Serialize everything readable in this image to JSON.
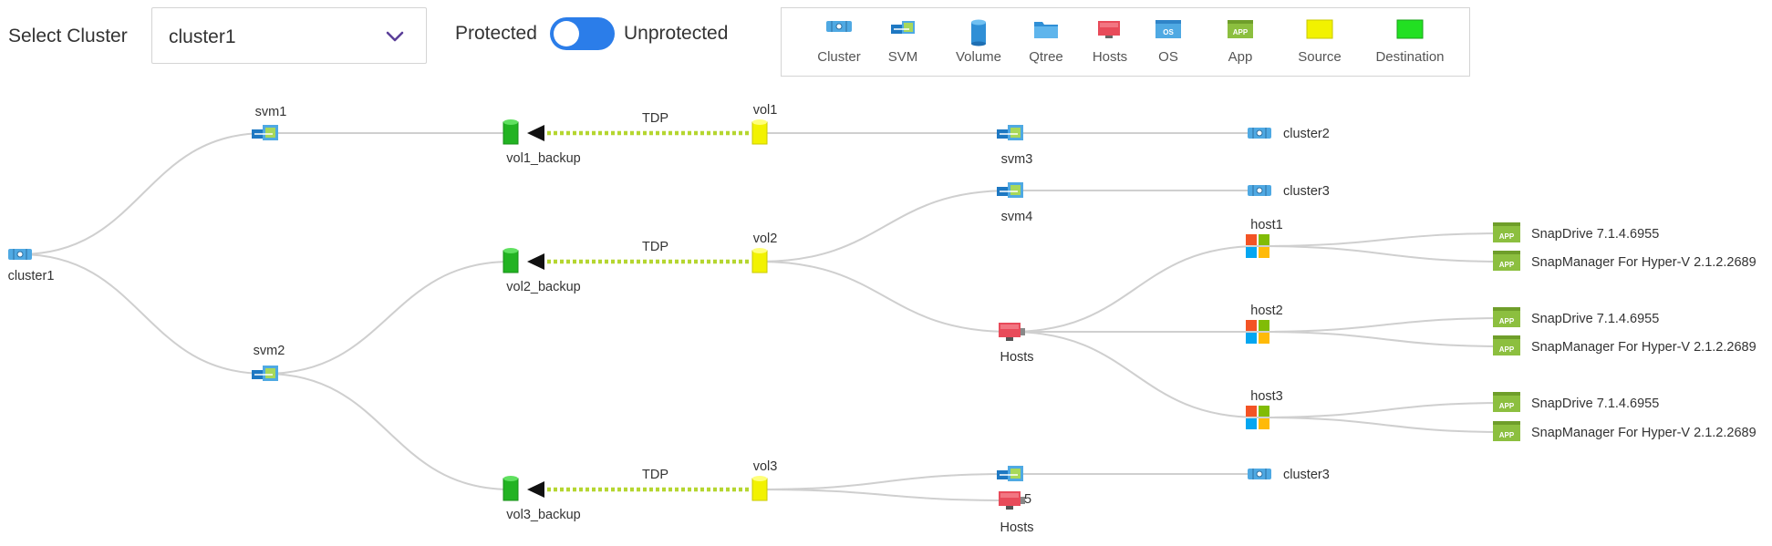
{
  "toolbar": {
    "select_label": "Select Cluster",
    "selected_cluster": "cluster1",
    "toggle_left_label": "Protected",
    "toggle_right_label": "Unprotected"
  },
  "legend": [
    {
      "label": "Cluster",
      "icon": "cluster-icon"
    },
    {
      "label": "SVM",
      "icon": "svm-icon"
    },
    {
      "label": "Volume",
      "icon": "volume-icon"
    },
    {
      "label": "Qtree",
      "icon": "qtree-icon"
    },
    {
      "label": "Hosts",
      "icon": "hosts-icon"
    },
    {
      "label": "OS",
      "icon": "os-icon"
    },
    {
      "label": "App",
      "icon": "app-icon"
    },
    {
      "label": "Source",
      "icon": "source-swatch"
    },
    {
      "label": "Destination",
      "icon": "destination-swatch"
    }
  ],
  "colors": {
    "cluster": "#4fa9e3",
    "volume_source": "#f2f200",
    "volume_destination": "#22b322",
    "tdp_link": "#b5d630",
    "edge": "#cfcfcf",
    "toggle": "#2b7de9",
    "app": "#8cbf3f",
    "hosts": "#e84b5a"
  },
  "topology": {
    "nodes": [
      {
        "id": "cluster1",
        "label": "cluster1",
        "type": "cluster"
      },
      {
        "id": "svm1",
        "label": "svm1",
        "type": "svm"
      },
      {
        "id": "svm2",
        "label": "svm2",
        "type": "svm"
      },
      {
        "id": "vol1_backup",
        "label": "vol1_backup",
        "type": "volume-destination"
      },
      {
        "id": "vol2_backup",
        "label": "vol2_backup",
        "type": "volume-destination"
      },
      {
        "id": "vol3_backup",
        "label": "vol3_backup",
        "type": "volume-destination"
      },
      {
        "id": "vol1",
        "label": "vol1",
        "type": "volume-source"
      },
      {
        "id": "vol2",
        "label": "vol2",
        "type": "volume-source"
      },
      {
        "id": "vol3",
        "label": "vol3",
        "type": "volume-source"
      },
      {
        "id": "svm3",
        "label": "svm3",
        "type": "svm"
      },
      {
        "id": "svm4",
        "label": "svm4",
        "type": "svm"
      },
      {
        "id": "svm_v3",
        "label": "",
        "type": "svm"
      },
      {
        "id": "hosts_a",
        "label": "Hosts",
        "type": "hosts"
      },
      {
        "id": "hosts_b",
        "label": "Hosts",
        "type": "hosts",
        "badge": "5"
      },
      {
        "id": "cluster2",
        "label": "cluster2",
        "type": "cluster"
      },
      {
        "id": "cluster3a",
        "label": "cluster3",
        "type": "cluster"
      },
      {
        "id": "cluster3b",
        "label": "cluster3",
        "type": "cluster"
      },
      {
        "id": "host1",
        "label": "host1",
        "type": "os"
      },
      {
        "id": "host2",
        "label": "host2",
        "type": "os"
      },
      {
        "id": "host3",
        "label": "host3",
        "type": "os"
      },
      {
        "id": "app1a",
        "label": "SnapDrive 7.1.4.6955",
        "type": "app"
      },
      {
        "id": "app1b",
        "label": "SnapManager For Hyper-V 2.1.2.2689",
        "type": "app"
      },
      {
        "id": "app2a",
        "label": "SnapDrive 7.1.4.6955",
        "type": "app"
      },
      {
        "id": "app2b",
        "label": "SnapManager For Hyper-V 2.1.2.2689",
        "type": "app"
      },
      {
        "id": "app3a",
        "label": "SnapDrive 7.1.4.6955",
        "type": "app"
      },
      {
        "id": "app3b",
        "label": "SnapManager For Hyper-V 2.1.2.2689",
        "type": "app"
      }
    ],
    "edges": [
      {
        "from": "cluster1",
        "to": "svm1"
      },
      {
        "from": "cluster1",
        "to": "svm2"
      },
      {
        "from": "svm1",
        "to": "vol1_backup"
      },
      {
        "from": "svm2",
        "to": "vol2_backup"
      },
      {
        "from": "svm2",
        "to": "vol3_backup"
      },
      {
        "from": "vol1",
        "to": "vol1_backup",
        "kind": "tdp",
        "label": "TDP"
      },
      {
        "from": "vol2",
        "to": "vol2_backup",
        "kind": "tdp",
        "label": "TDP"
      },
      {
        "from": "vol3",
        "to": "vol3_backup",
        "kind": "tdp",
        "label": "TDP"
      },
      {
        "from": "vol1",
        "to": "svm3"
      },
      {
        "from": "svm3",
        "to": "cluster2"
      },
      {
        "from": "vol2",
        "to": "svm4"
      },
      {
        "from": "svm4",
        "to": "cluster3a"
      },
      {
        "from": "vol2",
        "to": "hosts_a"
      },
      {
        "from": "hosts_a",
        "to": "host1"
      },
      {
        "from": "hosts_a",
        "to": "host2"
      },
      {
        "from": "hosts_a",
        "to": "host3"
      },
      {
        "from": "host1",
        "to": "app1a"
      },
      {
        "from": "host1",
        "to": "app1b"
      },
      {
        "from": "host2",
        "to": "app2a"
      },
      {
        "from": "host2",
        "to": "app2b"
      },
      {
        "from": "host3",
        "to": "app3a"
      },
      {
        "from": "host3",
        "to": "app3b"
      },
      {
        "from": "vol3",
        "to": "svm_v3"
      },
      {
        "from": "vol3",
        "to": "hosts_b"
      },
      {
        "from": "svm_v3",
        "to": "cluster3b"
      }
    ]
  }
}
